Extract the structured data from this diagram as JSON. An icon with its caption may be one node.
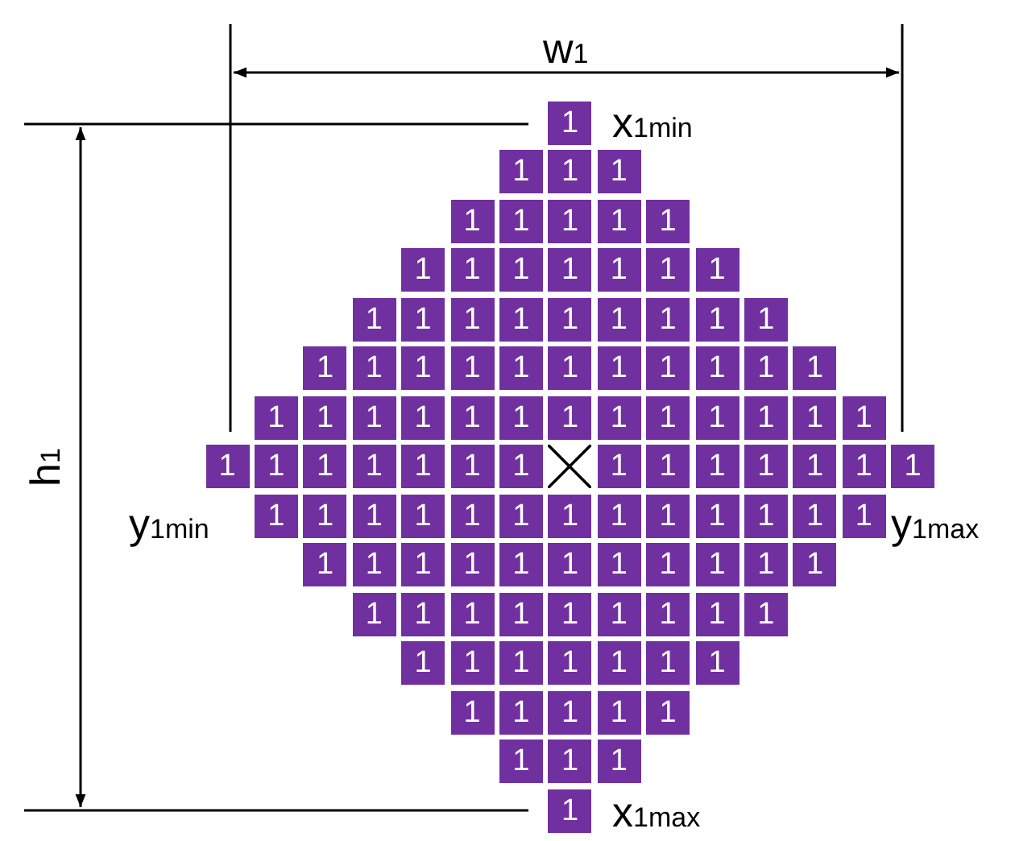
{
  "diagram": {
    "nodes": [
      {
        "text": [
          "1"
        ]
      },
      {
        "text": [
          "1"
        ]
      },
      {
        "text": [
          "1"
        ]
      },
      {
        "text": [
          "1"
        ]
      },
      {
        "text": [
          "1"
        ]
      },
      {
        "text": [
          "1"
        ]
      },
      {
        "text": [
          "1"
        ]
      },
      {
        "text": [
          "1"
        ]
      },
      {
        "text": [
          "1"
        ]
      },
      {
        "text": [
          "1"
        ]
      },
      {
        "text": [
          "1"
        ]
      },
      {
        "text": [
          "1"
        ]
      },
      {
        "text": [
          "1"
        ]
      },
      {
        "text": [
          "1"
        ]
      },
      {
        "text": [
          "1"
        ]
      },
      {
        "text": [
          "1"
        ]
      },
      {
        "text": [
          "1"
        ]
      },
      {
        "text": [
          "1"
        ]
      },
      {
        "text": [
          "1"
        ]
      },
      {
        "text": [
          "1"
        ]
      },
      {
        "text": [
          "1"
        ]
      },
      {
        "text": [
          "1"
        ]
      },
      {
        "text": [
          "1"
        ]
      },
      {
        "text": [
          "1"
        ]
      },
      {
        "text": [
          "1"
        ]
      },
      {
        "text": [
          "1"
        ]
      },
      {
        "text": [
          "1"
        ]
      },
      {
        "text": [
          "1"
        ]
      },
      {
        "text": [
          "1"
        ]
      },
      {
        "text": [
          "1"
        ]
      },
      {
        "text": [
          "1"
        ]
      },
      {
        "text": [
          "1"
        ]
      },
      {
        "text": [
          "1"
        ]
      },
      {
        "text": [
          "1"
        ]
      },
      {
        "text": [
          "1"
        ]
      },
      {
        "text": [
          "1"
        ]
      },
      {
        "text": [
          "1"
        ]
      },
      {
        "text": [
          "1"
        ]
      },
      {
        "text": [
          "1"
        ]
      },
      {
        "text": [
          "1"
        ]
      },
      {
        "text": [
          "1"
        ]
      },
      {
        "text": [
          "1"
        ]
      },
      {
        "text": [
          "1"
        ]
      },
      {
        "text": [
          "1"
        ]
      },
      {
        "text": [
          "1"
        ]
      },
      {
        "text": [
          "1"
        ]
      },
      {
        "text": [
          "1"
        ]
      },
      {
        "text": [
          "1"
        ]
      },
      {
        "text": [
          "1"
        ]
      },
      {
        "text": [
          "1"
        ]
      },
      {
        "text": [
          "1"
        ]
      },
      {
        "text": [
          "1"
        ]
      },
      {
        "text": [
          "1"
        ]
      },
      {
        "text": [
          "1"
        ]
      },
      {
        "text": [
          "1"
        ]
      },
      {
        "text": [
          "1"
        ]
      },
      {
        "text": [],
        "shape": "box"
      },
      {
        "text": [
          "1"
        ]
      },
      {
        "text": [
          "1"
        ]
      },
      {
        "text": [
          "1"
        ]
      },
      {
        "text": [
          "1"
        ]
      },
      {
        "text": [
          "1"
        ]
      },
      {
        "text": [
          "1"
        ]
      },
      {
        "text": [
          "1"
        ]
      },
      {
        "text": [
          "1"
        ]
      },
      {
        "text": [
          "1"
        ]
      },
      {
        "text": [
          "1"
        ]
      },
      {
        "text": [
          "1"
        ]
      },
      {
        "text": [
          "1"
        ]
      },
      {
        "text": [
          "1"
        ]
      },
      {
        "text": [
          "1"
        ]
      },
      {
        "text": [
          "1"
        ]
      },
      {
        "text": [
          "1"
        ]
      },
      {
        "text": [
          "1"
        ]
      },
      {
        "text": [
          "1"
        ]
      },
      {
        "text": [
          "1"
        ]
      },
      {
        "text": [
          "1"
        ]
      },
      {
        "text": [
          "1"
        ]
      },
      {
        "text": [
          "1"
        ]
      },
      {
        "text": [
          "1"
        ]
      },
      {
        "text": [
          "1"
        ]
      },
      {
        "text": [
          "1"
        ]
      },
      {
        "text": [
          "1"
        ]
      },
      {
        "text": [
          "1"
        ]
      },
      {
        "text": [
          "1"
        ]
      },
      {
        "text": [
          "1"
        ]
      },
      {
        "text": [
          "1"
        ]
      },
      {
        "text": [
          "1"
        ]
      },
      {
        "text": [
          "1"
        ]
      },
      {
        "text": [
          "1"
        ]
      },
      {
        "text": [
          "1"
        ]
      },
      {
        "text": [
          "1"
        ]
      },
      {
        "text": [
          "1"
        ]
      },
      {
        "text": [
          "1"
        ]
      },
      {
        "text": [
          "1"
        ]
      },
      {
        "text": [
          "1"
        ]
      },
      {
        "text": [
          "1"
        ]
      },
      {
        "text": [
          "1"
        ]
      },
      {
        "text": [
          "1"
        ]
      },
      {
        "text": [
          "1"
        ]
      },
      {
        "text": [
          "1"
        ]
      },
      {
        "text": [
          "1"
        ]
      },
      {
        "text": [
          "1"
        ]
      },
      {
        "text": [
          "1"
        ]
      },
      {
        "text": [
          "1"
        ]
      },
      {
        "text": [
          "1"
        ]
      },
      {
        "text": [
          "1"
        ]
      },
      {
        "text": [
          "1"
        ]
      },
      {
        "text": [
          "1"
        ]
      },
      {
        "text": [
          "1"
        ]
      },
      {
        "text": [
          "1"
        ]
      },
      {
        "text": [
          "1"
        ]
      },
      {
        "text": [
          "1"
        ]
      }
    ],
    "labels": [
      "w$_{1}$",
      "x$_{1min}$",
      "h$_{1}$",
      "y$_{1min}$",
      "y$_{1max}$",
      "x$_{1max}$"
    ]
  }
}
